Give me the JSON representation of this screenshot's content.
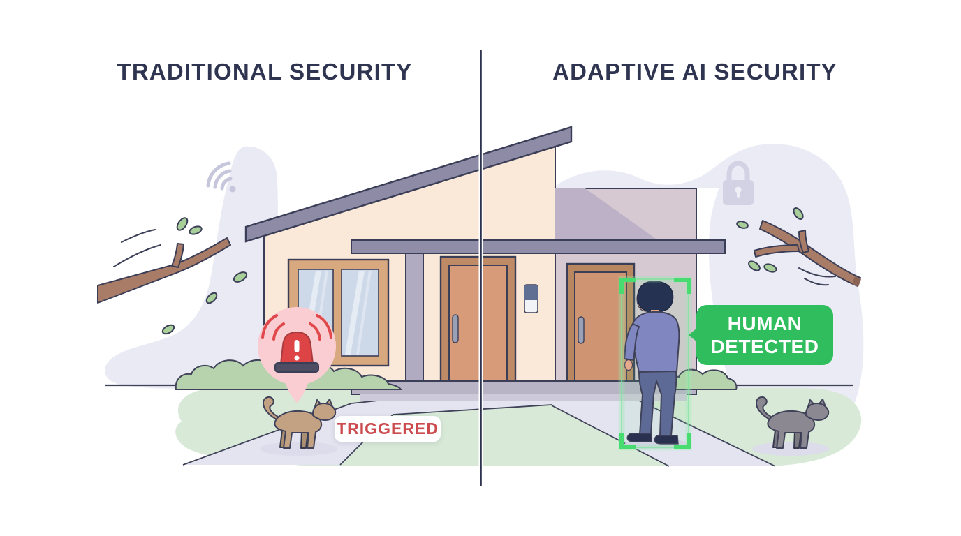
{
  "titles": {
    "left": "TRADITIONAL SECURITY",
    "right": "ADAPTIVE AI SECURITY"
  },
  "labels": {
    "triggered": "TRIGGERED",
    "detection_line1": "HUMAN",
    "detection_line2": "DETECTED"
  },
  "icons": {
    "wifi": "wifi-icon",
    "lock": "lock-icon",
    "siren": "alarm-siren-icon"
  },
  "colors": {
    "heading": "#2f3550",
    "divider": "#2e3350",
    "alert_red": "#dc4446",
    "alert_bubble_pink": "#f9cdd1",
    "triggered_text_red": "#cc4b4e",
    "detection_bubble_green": "#2fbd5e",
    "detection_bracket_green": "#47db70",
    "grass_green": "#d8e9d7",
    "wall_cream": "#fae9d8",
    "roof_gray": "#8e8ba6"
  }
}
